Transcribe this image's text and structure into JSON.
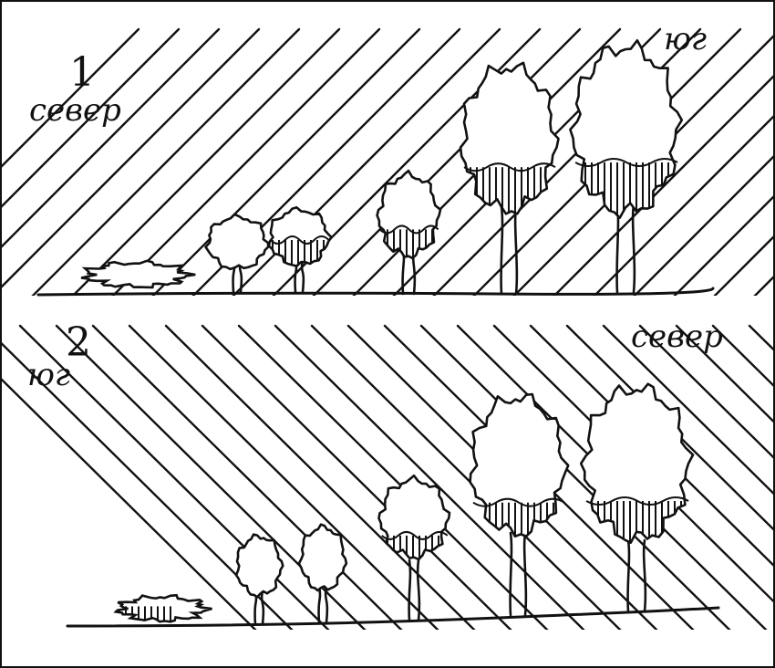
{
  "colors": {
    "ink": "#111111",
    "paper": "#ffffff"
  },
  "panels": [
    {
      "number": "1",
      "left_label": "север",
      "right_label": "юг"
    },
    {
      "number": "2",
      "left_label": "юг",
      "right_label": "север"
    }
  ],
  "icons": [
    "shrub-icon",
    "tree-icon",
    "shadow-hatch-icon",
    "sun-ray-line"
  ]
}
